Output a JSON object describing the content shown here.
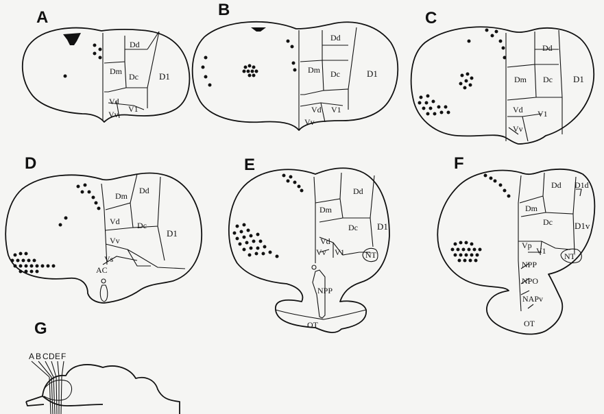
{
  "panels": {
    "A": {
      "letter": "A",
      "labels": {
        "Dd": "Dd",
        "Dm": "Dm",
        "Dc": "Dc",
        "Dl": "D1",
        "Vd": "Vd",
        "Vv": "Vv",
        "Vl": "V1"
      }
    },
    "B": {
      "letter": "B",
      "labels": {
        "Dd": "Dd",
        "Dm": "Dm",
        "Dc": "Dc",
        "Dl": "D1",
        "Vd": "Vd",
        "Vv": "Vv",
        "Vl": "V1"
      }
    },
    "C": {
      "letter": "C",
      "labels": {
        "Dd": "Dd",
        "Dm": "Dm",
        "Dc": "Dc",
        "Dl": "D1",
        "Vd": "Vd",
        "Vv": "Vv",
        "Vl": "V1"
      }
    },
    "D": {
      "letter": "D",
      "labels": {
        "Dd": "Dd",
        "Dm": "Dm",
        "Dc": "Dc",
        "Dl": "D1",
        "Vd": "Vd",
        "Vv": "Vv",
        "Vs": "Vs",
        "AC": "AC"
      }
    },
    "E": {
      "letter": "E",
      "labels": {
        "Dd": "Dd",
        "Dm": "Dm",
        "Dc": "Dc",
        "Dl": "D1",
        "Vd": "Vd",
        "Vv": "Vv",
        "Vl": "V1",
        "NT": "NT",
        "NPP": "NPP",
        "OT": "OT"
      }
    },
    "F": {
      "letter": "F",
      "labels": {
        "Dd": "Dd",
        "Dld": "D1d",
        "Dm": "Dm",
        "Dc": "Dc",
        "Dlv": "D1v",
        "Vp": "Vp",
        "Vl": "V1",
        "NT": "NT",
        "NPP": "NPP",
        "NPO": "NPO",
        "NAPv": "NAPv",
        "OT": "OT"
      }
    },
    "G": {
      "letter": "G",
      "section_letters": [
        "A",
        "B",
        "C",
        "D",
        "E",
        "F"
      ]
    }
  }
}
